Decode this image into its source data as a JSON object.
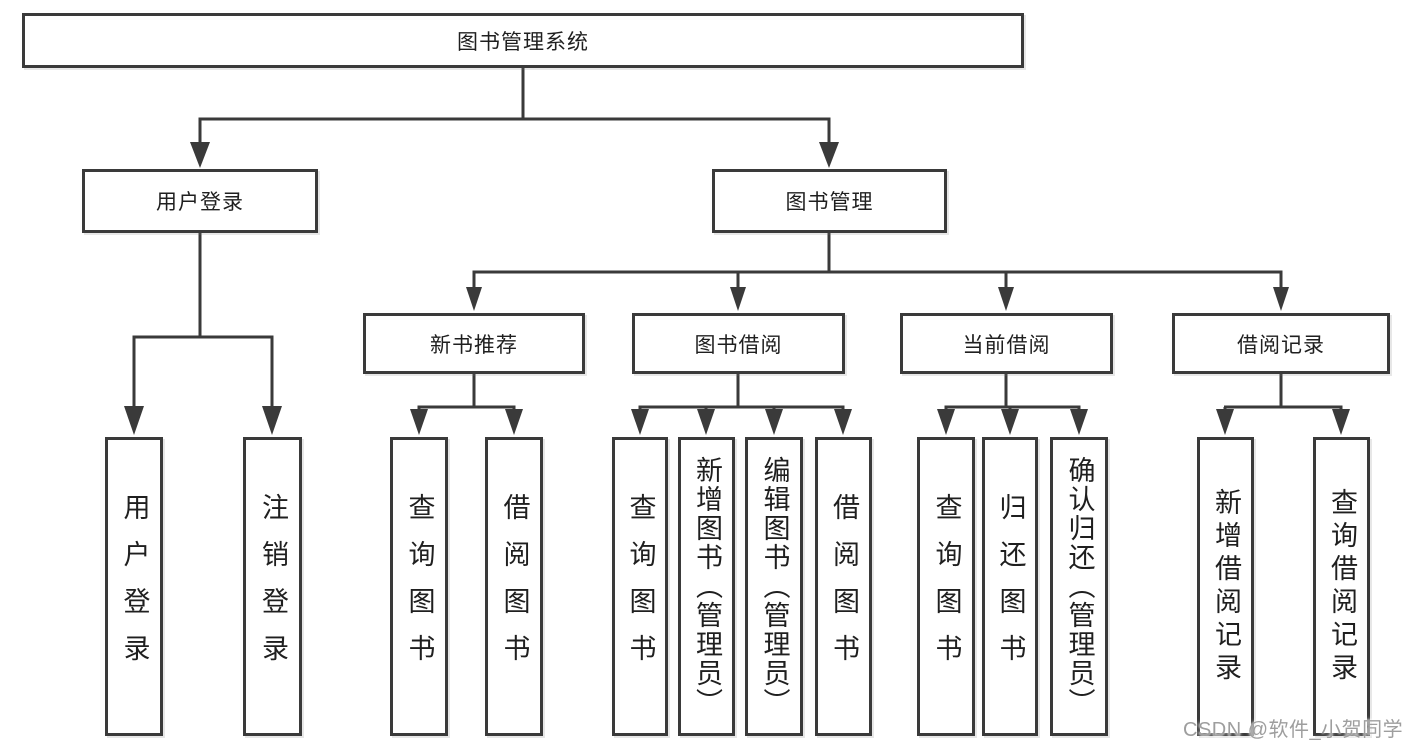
{
  "root": {
    "label": "图书管理系统"
  },
  "user_branch": {
    "label": "用户登录",
    "children": [
      {
        "label": "用户登录"
      },
      {
        "label": "注销登录"
      }
    ]
  },
  "mgmt_branch": {
    "label": "图书管理",
    "sections": [
      {
        "label": "新书推荐",
        "children": [
          {
            "label": "查询图书"
          },
          {
            "label": "借阅图书"
          }
        ]
      },
      {
        "label": "图书借阅",
        "children": [
          {
            "label": "查询图书"
          },
          {
            "label": "新增图书（管理员）"
          },
          {
            "label": "编辑图书（管理员）"
          },
          {
            "label": "借阅图书"
          }
        ]
      },
      {
        "label": "当前借阅",
        "children": [
          {
            "label": "查询图书"
          },
          {
            "label": "归还图书"
          },
          {
            "label": "确认归还（管理员）"
          }
        ]
      },
      {
        "label": "借阅记录",
        "children": [
          {
            "label": "新增借阅记录"
          },
          {
            "label": "查询借阅记录"
          }
        ]
      }
    ]
  },
  "watermark": {
    "text": "CSDN @软件_小贺同学"
  },
  "colors": {
    "line": "#3a3a3a",
    "text": "#1f1f1f",
    "watermark": "#9e9e9e",
    "background": "#ffffff"
  }
}
